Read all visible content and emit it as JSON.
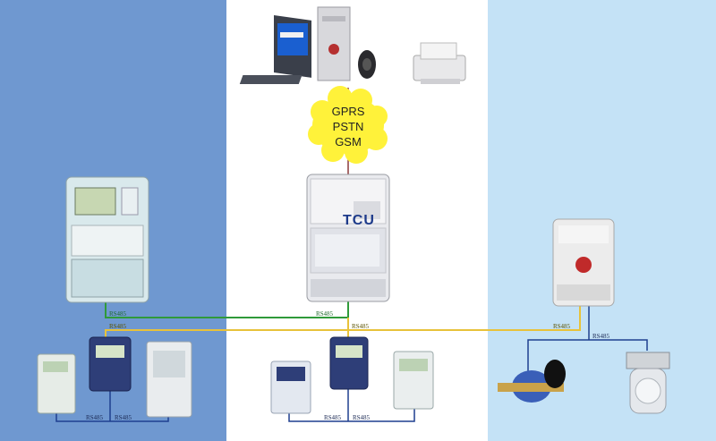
{
  "network": {
    "cloud_lines": [
      "GPRS",
      "PSTN",
      "GSM"
    ],
    "concentrator_label": "TCU",
    "bus_label": "RS485"
  },
  "colors": {
    "left_panel": "#6f98d0",
    "right_panel": "#c4e2f6",
    "green_bus": "#2f9a3a",
    "yellow_bus": "#e8c23a",
    "blue_bus": "#1f3f8f",
    "cloud": "#fff23a"
  }
}
